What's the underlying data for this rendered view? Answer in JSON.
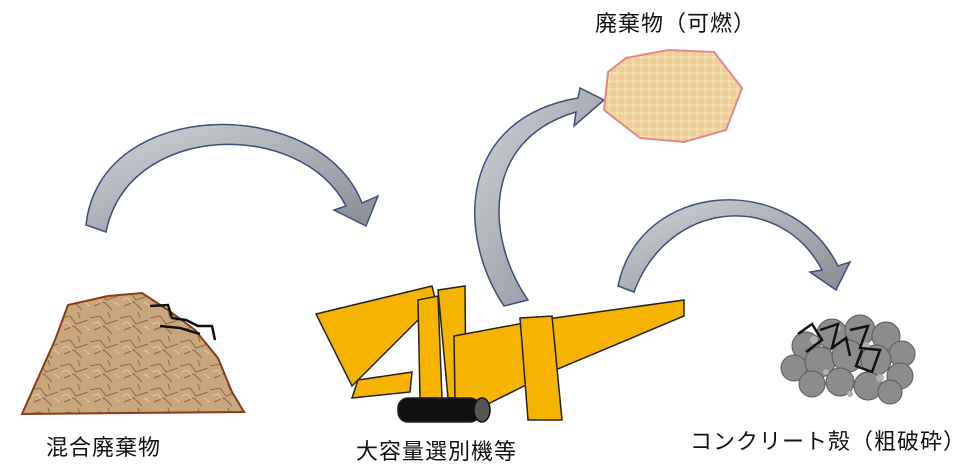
{
  "labels": {
    "mixed_waste": "混合廃棄物",
    "machine": "大容量選別機等",
    "combustible": "廃棄物（可燃）",
    "concrete": "コンクリート殻（粗破砕）"
  },
  "colors": {
    "arrow_fill": "#a0a4aa",
    "arrow_stroke": "#3e4f7a",
    "machine_yellow": "#f6b300",
    "soil": "#b48f63",
    "soil_edge": "#8b3a1a",
    "paper": "#f3d9a4",
    "paper_edge": "#e08a8a",
    "rubble": "#8c8c8c"
  }
}
